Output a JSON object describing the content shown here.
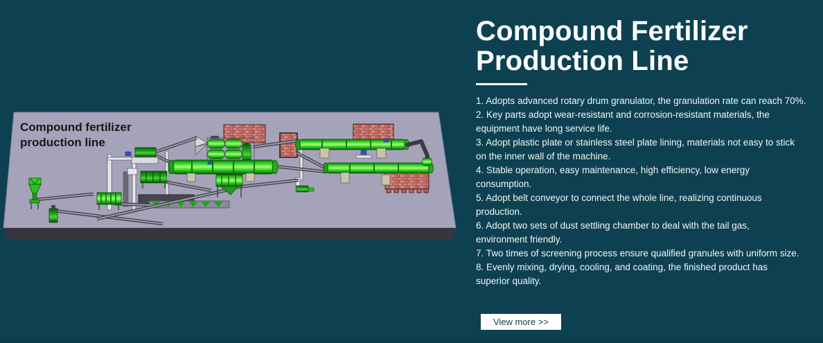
{
  "theme": {
    "background": "#0d4152",
    "bottom_border": "#0b3a47",
    "heading_color": "#ffffff",
    "body_text_color": "#f3f6f6",
    "button_background": "#ffffff",
    "button_text_color": "#0d4152",
    "platform_top": "#a5a3ba",
    "platform_front": "#363540",
    "machine_green": "#2ecc1f",
    "brick_red": "#a84f48"
  },
  "illustration": {
    "label_line1": "Compound fertilizer",
    "label_line2": "production line"
  },
  "content": {
    "title_line1": "Compound Fertilizer",
    "title_line2": "Production Line",
    "features": [
      {
        "lines": [
          "1. Adopts advanced rotary drum granulator, the granulation rate can reach 70%."
        ]
      },
      {
        "lines": [
          "2. Key parts adopt wear-resistant and corrosion-resistant materials, the",
          "equipment have long service life."
        ]
      },
      {
        "lines": [
          "3. Adopt plastic plate or stainless steel plate lining, materials not easy to stick",
          "on the inner wall of the machine."
        ]
      },
      {
        "lines": [
          "4. Stable operation, easy maintenance, high efficiency, low energy",
          "consumption."
        ]
      },
      {
        "lines": [
          "5. Adopt belt conveyor to connect the whole line, realizing continuous",
          "production."
        ]
      },
      {
        "lines": [
          "6. Adopt two sets of dust settling chamber to deal with the tail gas,",
          "environment friendly."
        ]
      },
      {
        "lines": [
          "7. Two times of screening process ensure qualified granules with uniform size."
        ]
      },
      {
        "lines": [
          "8. Evenly mixing, drying, cooling, and coating, the finished product has",
          "superior quality."
        ]
      }
    ],
    "view_more_label": "View more >>"
  }
}
